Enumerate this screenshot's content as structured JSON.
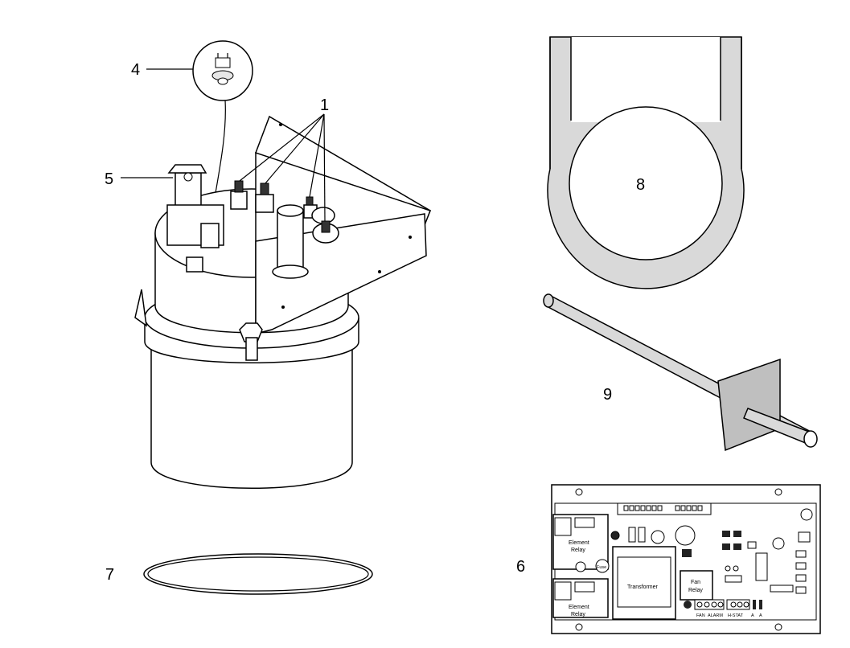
{
  "callouts": {
    "c1": "1",
    "c4": "4",
    "c5": "5",
    "c6": "6",
    "c7": "7",
    "c8": "8",
    "c9": "9"
  },
  "pcb_labels": {
    "element_relay_1_line1": "Element",
    "element_relay_1_line2": "Relay",
    "element_relay_2_line1": "Element",
    "element_relay_2_line2": "Relay",
    "fuse": "Fuse",
    "transformer": "Transformer",
    "fan_relay_line1": "Fan",
    "fan_relay_line2": "Relay",
    "terminal_fan": "FAN",
    "terminal_alarm": "ALARM",
    "terminal_hstat": "H-STAT",
    "terminal_a1": "A",
    "terminal_a2": "A"
  },
  "colors": {
    "line": "#000000",
    "fill_light": "#ffffff",
    "fill_gray": "#d9d9d9",
    "fill_mid": "#bfbfbf"
  }
}
